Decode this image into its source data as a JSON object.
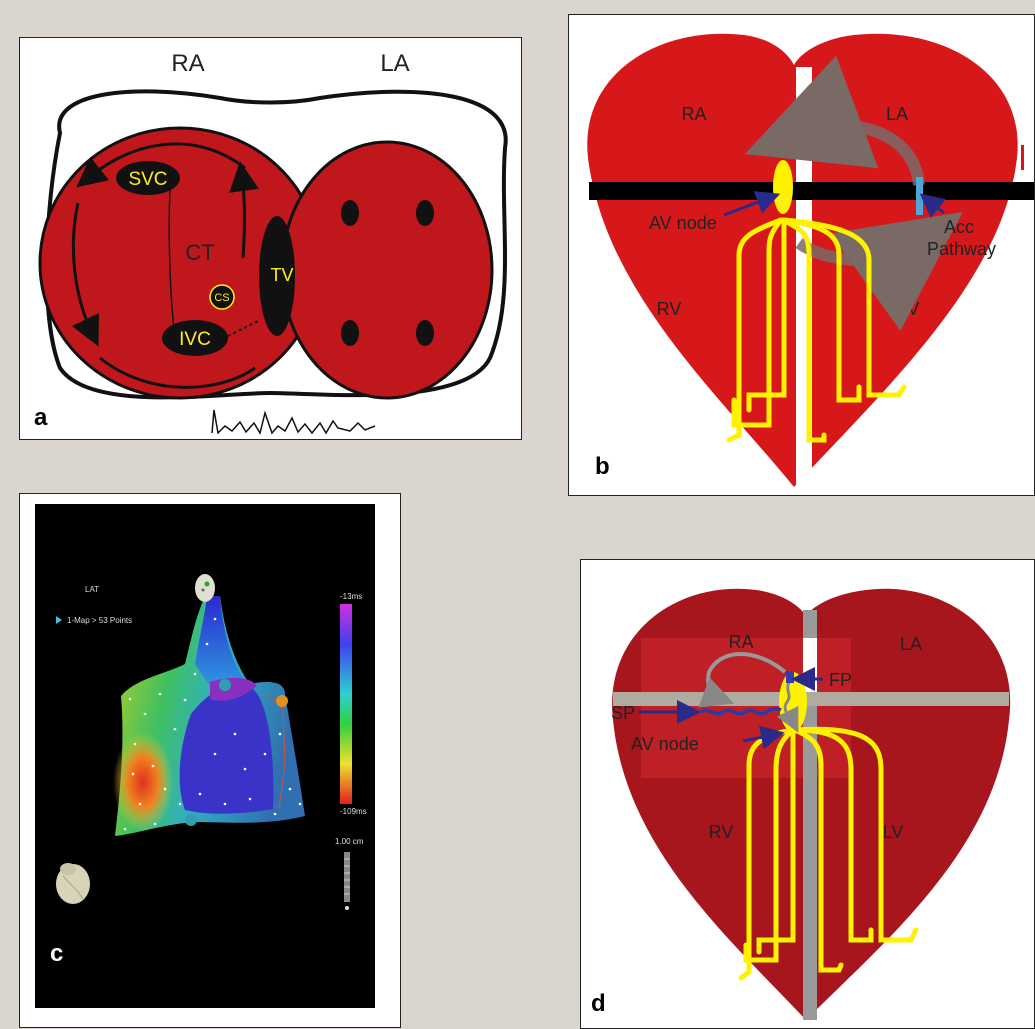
{
  "panel_a": {
    "letter": "a",
    "ra_label": "RA",
    "la_label": "LA",
    "svc": "SVC",
    "ct": "CT",
    "tv": "TV",
    "cs": "CS",
    "ivc": "IVC"
  },
  "panel_b": {
    "letter": "b",
    "ra": "RA",
    "la": "LA",
    "rv": "RV",
    "lv": "LV",
    "av_node": "AV node",
    "acc_pathway_1": "Acc",
    "acc_pathway_2": "Pathway"
  },
  "panel_c": {
    "letter": "c",
    "lat": "LAT",
    "map_info": "1-Map > 53 Points",
    "scale_top": "-13ms",
    "scale_bottom": "-109ms",
    "distance": "1.00 cm"
  },
  "panel_d": {
    "letter": "d",
    "ra": "RA",
    "la": "LA",
    "rv": "RV",
    "lv": "LV",
    "fp": "FP",
    "sp": "SP",
    "av_node": "AV node"
  },
  "colors": {
    "heart_red": "#d7181b",
    "chamber_red": "#c0171d",
    "dark_heart": "#a7151d",
    "conduction_yellow": "#fff200",
    "arrow_navy": "#2a2a8a",
    "background": "#dad6cf"
  }
}
